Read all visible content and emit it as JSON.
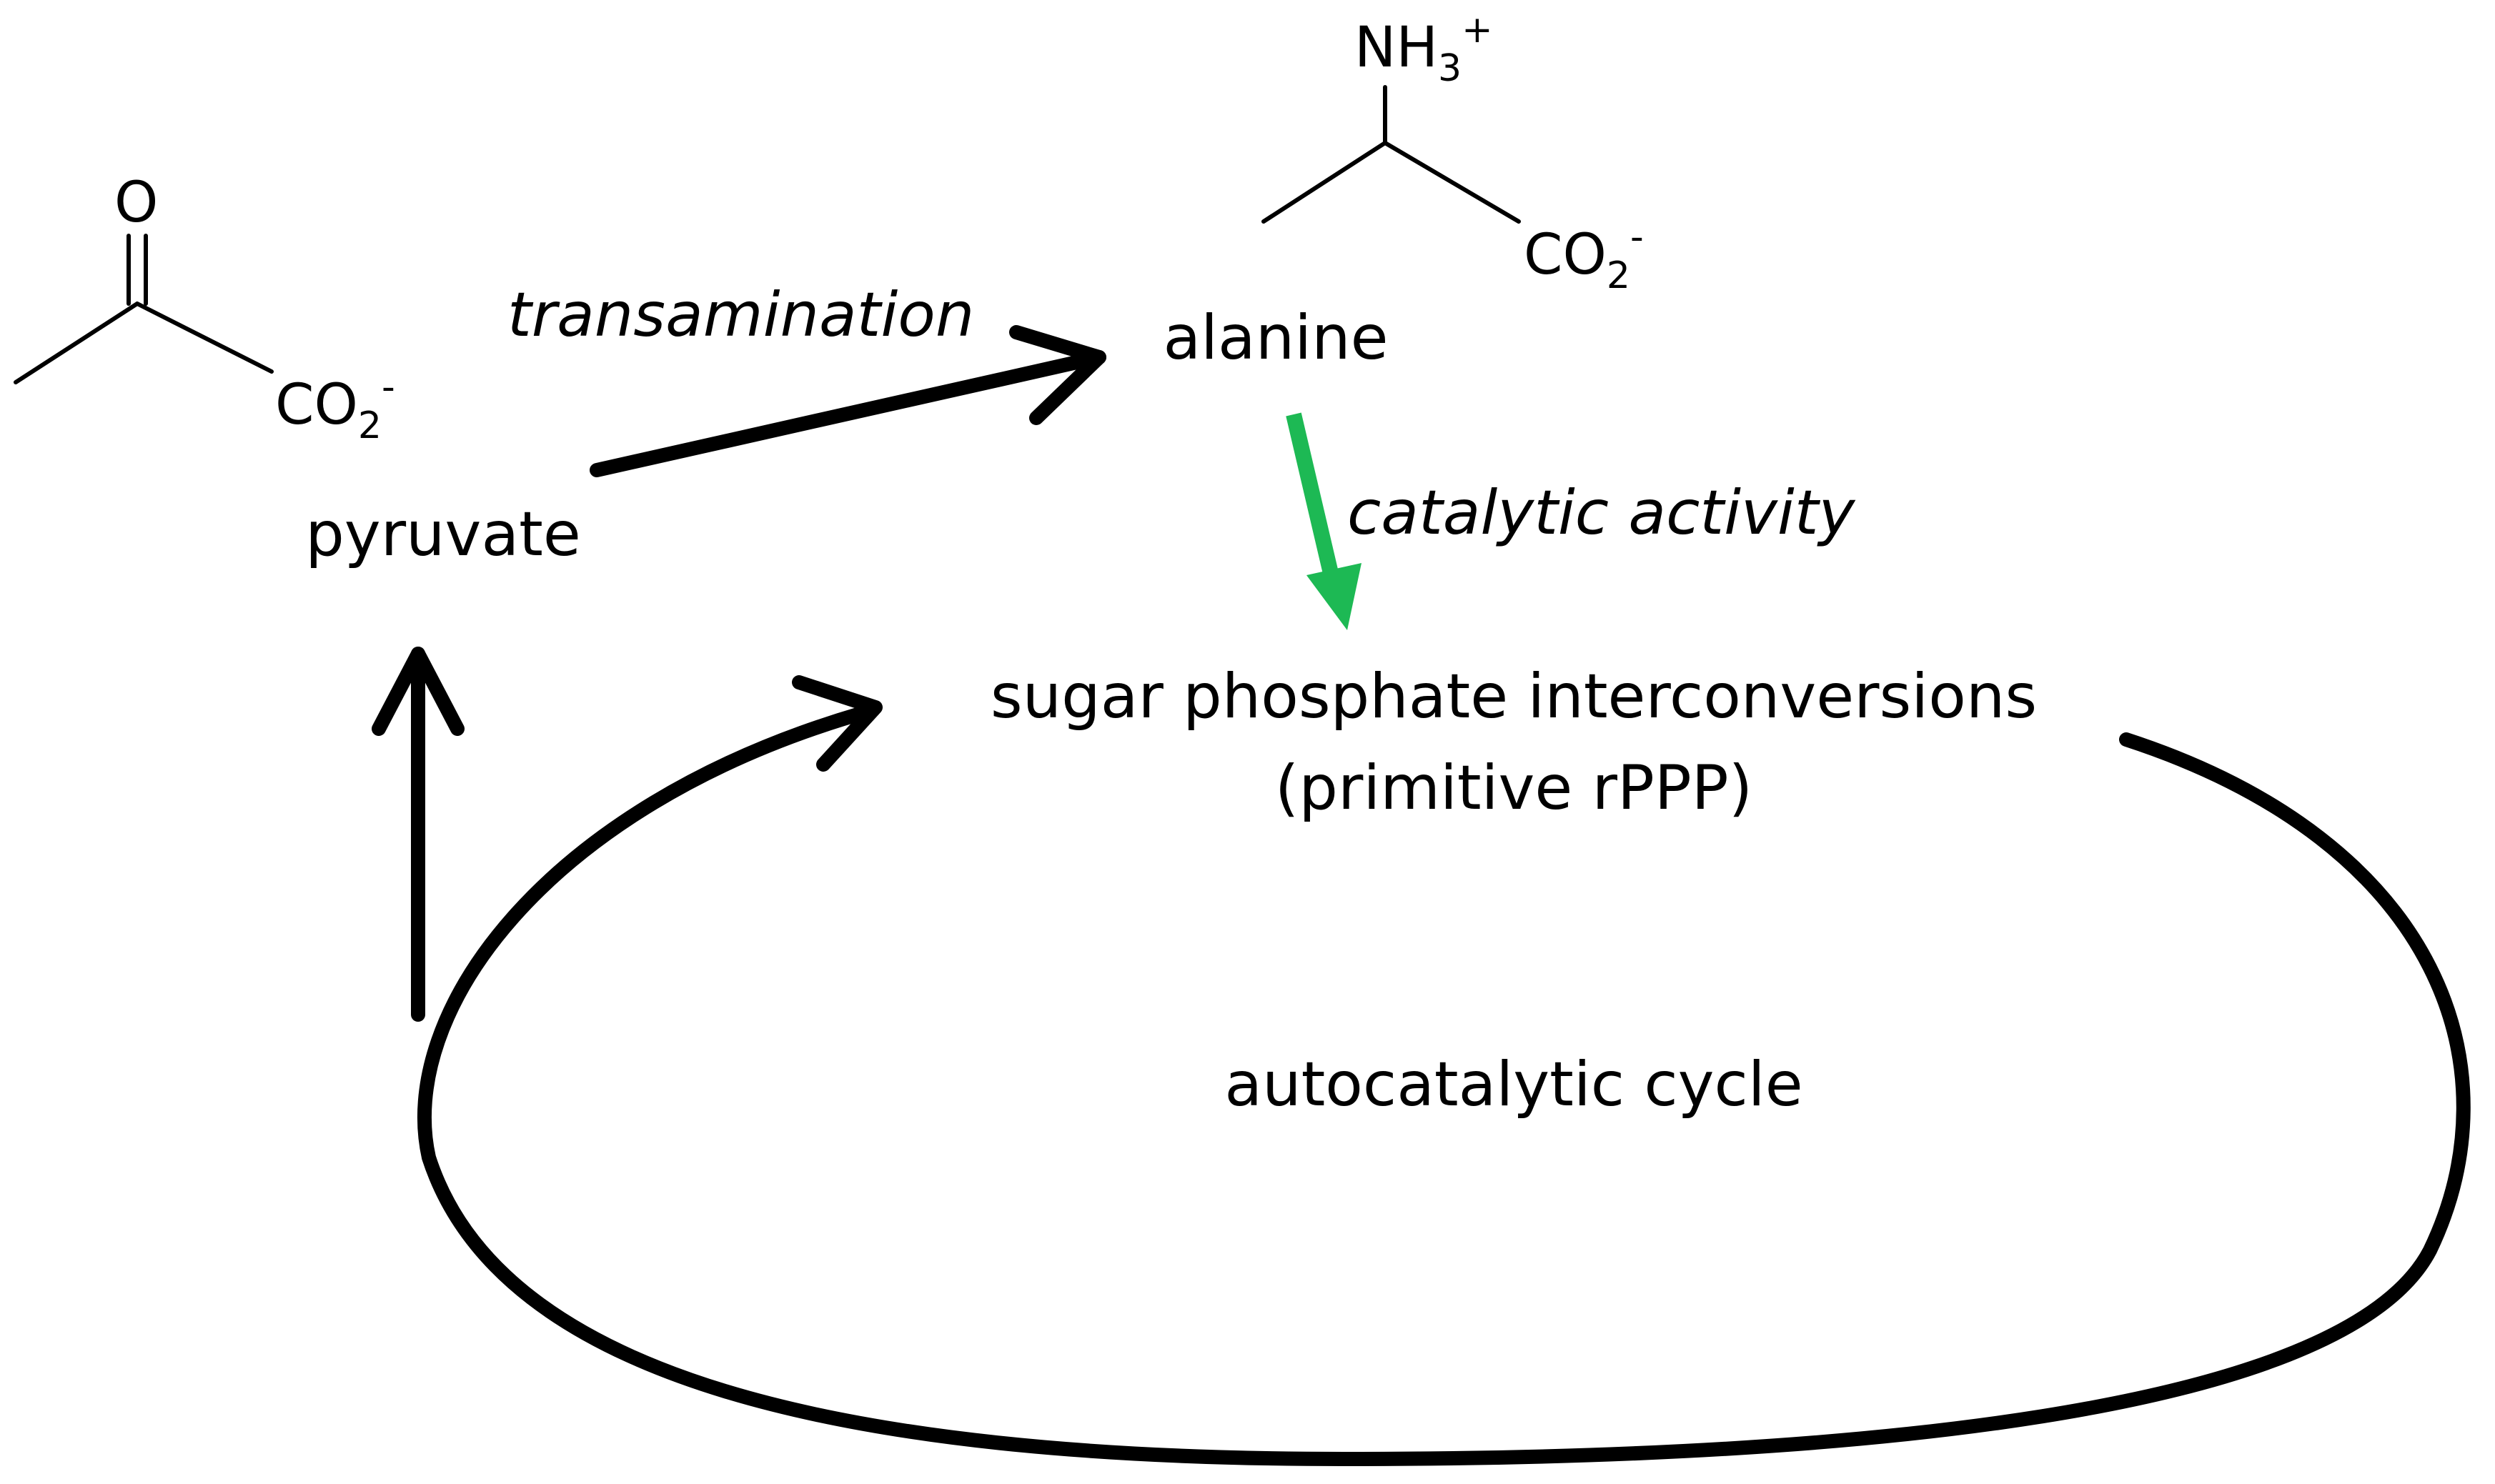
{
  "colors": {
    "ink": "#000000",
    "catalysis_arrow": "#1db954"
  },
  "molecules": {
    "pyruvate": {
      "name": "pyruvate",
      "carbonyl_oxygen": "O",
      "carboxylate": {
        "base": "CO",
        "subscript": "2",
        "charge": "-"
      }
    },
    "alanine": {
      "name": "alanine",
      "amino_group": {
        "base": "NH",
        "subscript": "3",
        "charge": "+"
      },
      "carboxylate": {
        "base": "CO",
        "subscript": "2",
        "charge": "-"
      }
    }
  },
  "processes": {
    "transamination": "transamination",
    "catalytic_activity": "catalytic activity",
    "sugar_phosphate_line1": "sugar phosphate interconversions",
    "sugar_phosphate_line2": "(primitive rPPP)",
    "cycle": "autocatalytic cycle"
  }
}
